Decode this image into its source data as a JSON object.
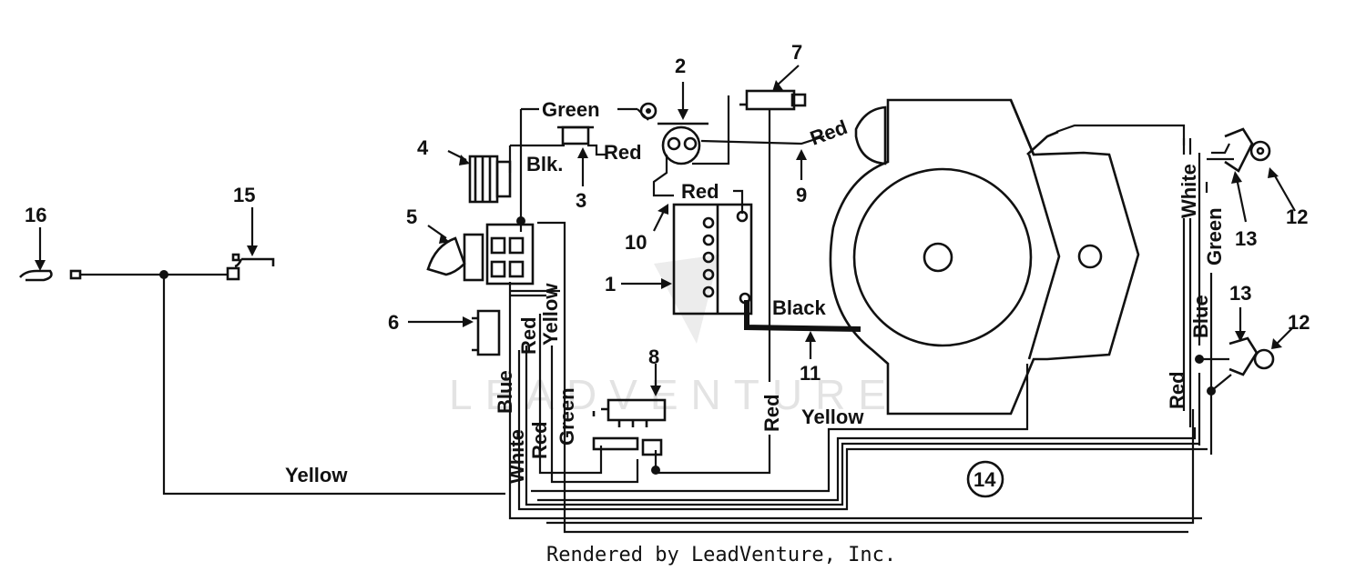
{
  "components": {
    "c1": "1",
    "c2": "2",
    "c3": "3",
    "c4": "4",
    "c5": "5",
    "c6": "6",
    "c7": "7",
    "c8": "8",
    "c9": "9",
    "c10": "10",
    "c11": "11",
    "c12a": "12",
    "c12b": "12",
    "c13a": "13",
    "c13b": "13",
    "c14": "14",
    "c15": "15",
    "c16": "16"
  },
  "wires": {
    "green_top": "Green",
    "blk": "Blk.",
    "red_switch": "Red",
    "red_starter": "Red",
    "red_battery": "Red",
    "black_ground": "Black",
    "yellow_connector": "Yellow",
    "red_connector": "Red",
    "blue_left": "Blue",
    "white_left": "White",
    "red_left": "Red",
    "green_left": "Green",
    "yellow_harness": "Yellow",
    "red_center": "Red",
    "yellow_bottom": "Yellow",
    "white_right": "White",
    "green_right": "Green",
    "blue_right": "Blue",
    "red_right": "Red"
  },
  "watermark": "LEADVENTURE",
  "footer": "Rendered by LeadVenture, Inc."
}
